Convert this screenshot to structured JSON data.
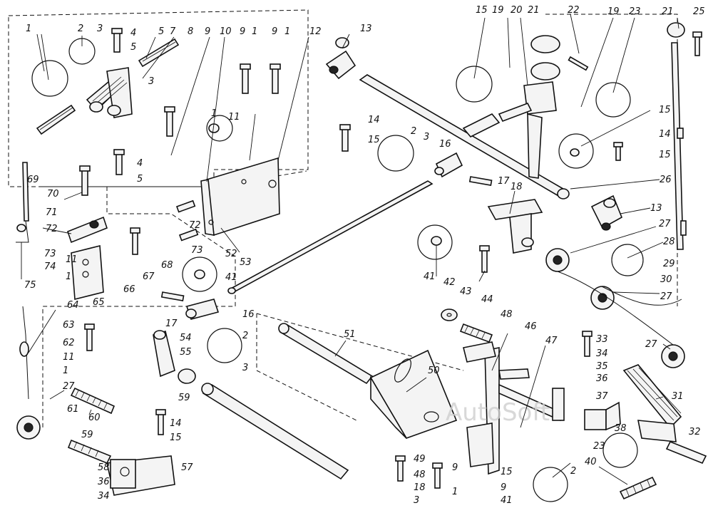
{
  "watermark": "AutoSoft",
  "labels": {
    "l1a": "1",
    "l2a": "2",
    "l3a": "3",
    "l4a": "4",
    "l5a": "5",
    "l5b": "5",
    "l7a": "7",
    "l8a": "8",
    "l9a": "9",
    "l10a": "10",
    "l9b": "9",
    "l1b": "1",
    "l9c": "9",
    "l1c": "1",
    "l12a": "12",
    "l3b": "3",
    "l1d": "1",
    "l11a": "11",
    "l4b": "4",
    "l5c": "5",
    "l13a": "13",
    "l14a": "14",
    "l15a": "15",
    "l15b": "15",
    "l19a": "19",
    "l20a": "20",
    "l21a": "21",
    "l22a": "22",
    "l19b": "19",
    "l23a": "23",
    "l21b": "21",
    "l25a": "25",
    "l15c": "15",
    "l14b": "14",
    "l15d": "15",
    "l26a": "26",
    "l13b": "13",
    "l27a": "27",
    "l28a": "28",
    "l29a": "29",
    "l30a": "30",
    "l27b": "27",
    "l2b": "2",
    "l3c": "3",
    "l16a": "16",
    "l17a": "17",
    "l18a": "18",
    "l41a": "41",
    "l42a": "42",
    "l43a": "43",
    "l69a": "69",
    "l70a": "70",
    "l71a": "71",
    "l72a": "72",
    "l72b": "72",
    "l73a": "73",
    "l73b": "73",
    "l74a": "74",
    "l75a": "75",
    "l52a": "52",
    "l53a": "53",
    "l11b": "11",
    "l1e": "1",
    "l65a": "65",
    "l66a": "66",
    "l67a": "67",
    "l68a": "68",
    "l41b": "41",
    "l17b": "17",
    "l16b": "16",
    "l2c": "2",
    "l3d": "3",
    "l44a": "44",
    "l48a": "48",
    "l46a": "46",
    "l47a": "47",
    "l51a": "51",
    "l50a": "50",
    "l27c": "27",
    "l33a": "33",
    "l34a": "34",
    "l35a": "35",
    "l36a": "36",
    "l37a": "37",
    "l31a": "31",
    "l32a": "32",
    "l38a": "38",
    "l23b": "23",
    "l2d": "2",
    "l40a": "40",
    "l64a": "64",
    "l63a": "63",
    "l62a": "62",
    "l11c": "11",
    "l1f": "1",
    "l27d": "27",
    "l61a": "61",
    "l60a": "60",
    "l54a": "54",
    "l55a": "55",
    "l59a": "59",
    "l14c": "14",
    "l15e": "15",
    "l59b": "59",
    "l58a": "58",
    "l36b": "36",
    "l34b": "34",
    "l57a": "57",
    "l49a": "49",
    "l48b": "48",
    "l18b": "18",
    "l3e": "3",
    "l9d": "9",
    "l1g": "1",
    "l15f": "15",
    "l9e": "9",
    "l41c": "41"
  }
}
